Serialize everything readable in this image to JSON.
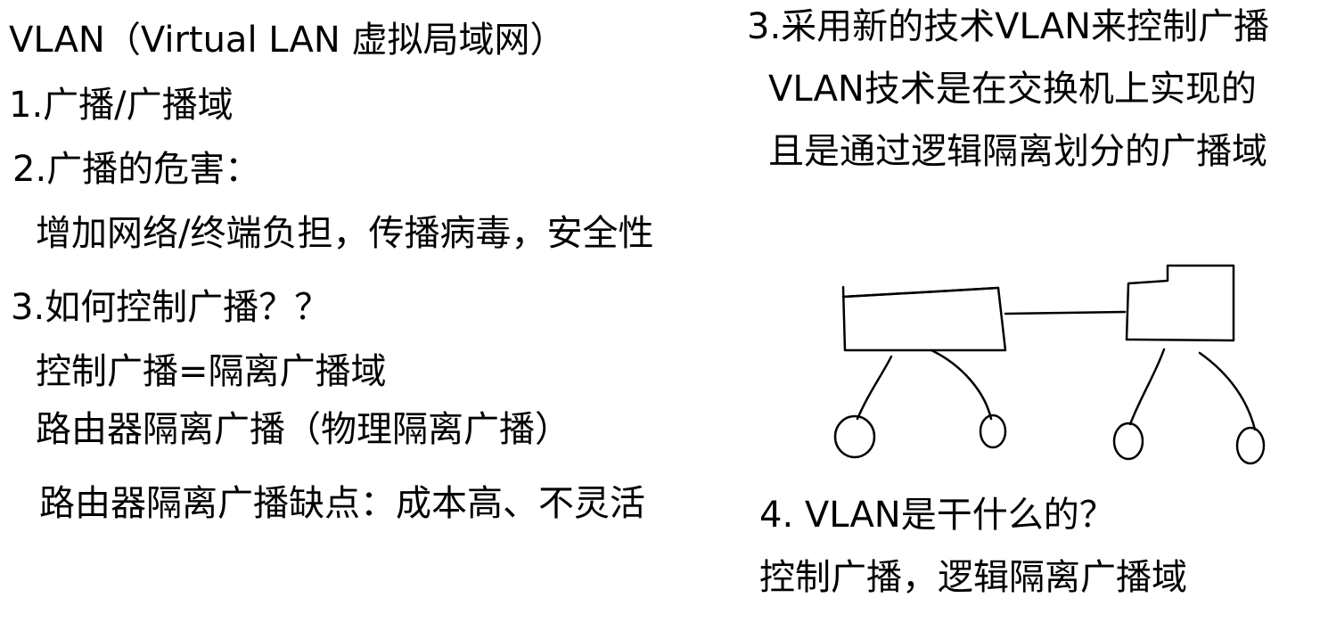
{
  "left_column": {
    "title": "VLAN（Virtual LAN 虚拟局域网）",
    "item1": "1.广播/广播域",
    "item2": "2.广播的危害：",
    "item2_detail": "增加网络/终端负担，传播病毒，安全性",
    "item3": "3.如何控制广播？？",
    "item3_detail1": "控制广播=隔离广播域",
    "item3_detail2": "路由器隔离广播（物理隔离广播）",
    "item3_detail3": "路由器隔离广播缺点：成本高、不灵活"
  },
  "right_column": {
    "heading": "3.采用新的技术VLAN来控制广播",
    "line1": "VLAN技术是在交换机上实现的",
    "line2": "且是通过逻辑隔离划分的广播域",
    "question": "4. VLAN是干什么的？",
    "answer": "控制广播，逻辑隔离广播域"
  }
}
